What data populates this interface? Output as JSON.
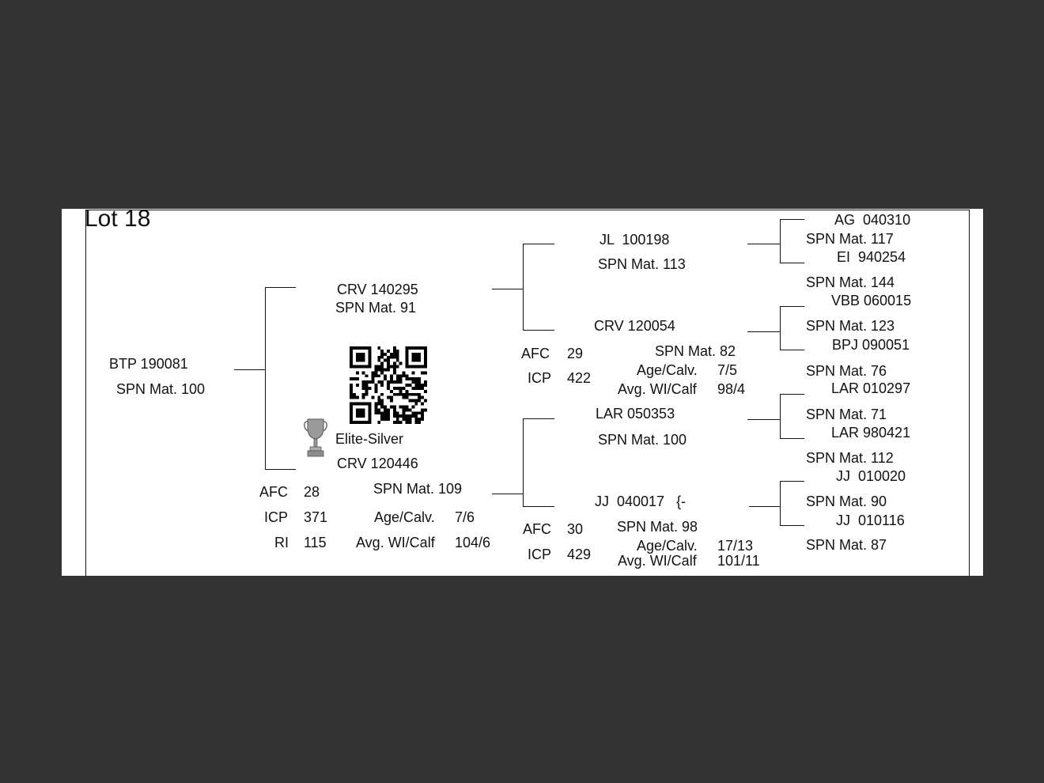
{
  "title": "Lot 18",
  "animal": {
    "id": "BTP 190081",
    "spn": "SPN Mat. 100",
    "award": "Elite-Silver"
  },
  "sire": {
    "id": "CRV 140295",
    "spn": "SPN Mat. 91"
  },
  "dam": {
    "id": "CRV 120446",
    "spn": "SPN Mat. 109",
    "afc_label": "AFC",
    "afc": "28",
    "icp_label": "ICP",
    "icp": "371",
    "ri_label": "RI",
    "ri": "115",
    "age_label": "Age/Calv.",
    "age": "7/6",
    "wi_label": "Avg. WI/Calf",
    "wi": "104/6"
  },
  "ss": {
    "id": "JL  100198",
    "spn": "SPN Mat. 113"
  },
  "sd": {
    "id": "CRV 120054",
    "spn": "SPN Mat. 82",
    "afc_label": "AFC",
    "afc": "29",
    "icp_label": "ICP",
    "icp": "422",
    "age_label": "Age/Calv.",
    "age": "7/5",
    "wi_label": "Avg. WI/Calf",
    "wi": "98/4"
  },
  "ds": {
    "id": "LAR 050353",
    "spn": "SPN Mat. 100"
  },
  "dd": {
    "id": "JJ  040017   {-",
    "spn": "SPN Mat. 98",
    "afc_label": "AFC",
    "afc": "30",
    "icp_label": "ICP",
    "icp": "429",
    "age_label": "Age/Calv.",
    "age": "17/13",
    "wi_label": "Avg. WI/Calf",
    "wi": "101/11"
  },
  "gen3": [
    {
      "id": "AG  040310",
      "spn": "SPN Mat. 117"
    },
    {
      "id": "EI  940254",
      "spn": "SPN Mat. 144"
    },
    {
      "id": "VBB 060015",
      "spn": "SPN Mat. 123"
    },
    {
      "id": "BPJ 090051",
      "spn": "SPN Mat. 76"
    },
    {
      "id": "LAR 010297",
      "spn": "SPN Mat. 71"
    },
    {
      "id": "LAR 980421",
      "spn": "SPN Mat. 112"
    },
    {
      "id": "JJ  010020",
      "spn": "SPN Mat. 90"
    },
    {
      "id": "JJ  010116",
      "spn": "SPN Mat. 87"
    }
  ],
  "icons": {
    "trophy": "trophy-icon",
    "qr": "qr-code"
  }
}
